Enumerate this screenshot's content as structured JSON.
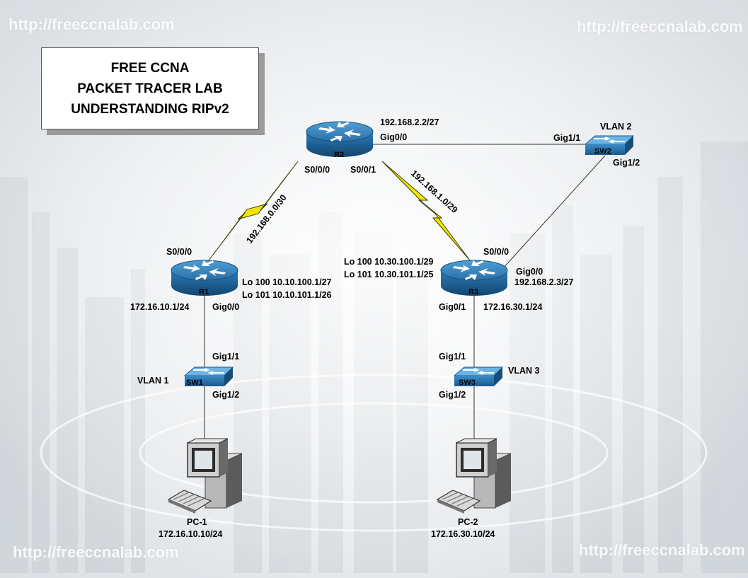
{
  "watermark": "http://freeccnalab.com",
  "title": [
    "FREE CCNA",
    "PACKET TRACER LAB",
    "UNDERSTANDING RIPv2"
  ],
  "routers": {
    "r1": {
      "name": "R1"
    },
    "r2": {
      "name": "R2"
    },
    "r3": {
      "name": "R3"
    }
  },
  "switches": {
    "sw1": {
      "name": "SW1",
      "vlan": "VLAN 1"
    },
    "sw2": {
      "name": "SW2",
      "vlan": "VLAN 2"
    },
    "sw3": {
      "name": "SW3",
      "vlan": "VLAN 3"
    }
  },
  "pcs": {
    "pc1": {
      "name": "PC-1",
      "ip": "172.16.10.10/24"
    },
    "pc2": {
      "name": "PC-2",
      "ip": "172.16.30.10/24"
    }
  },
  "labels": {
    "r2_gig_ip": "192.168.2.2/27",
    "r2_gig": "Gig0/0",
    "r2_s000": "S0/0/0",
    "r2_s001": "S0/0/1",
    "net_r1r2": "192.168.0.0/30",
    "net_r2r3": "192.168.1.0/29",
    "r1_s000": "S0/0/0",
    "r1_lo100": "Lo 100 10.10.100.1/27",
    "r1_lo101": "Lo 101 10.10.101.1/26",
    "r1_lan_ip": "172.16.10.1/24",
    "r1_gig": "Gig0/0",
    "sw1_up": "Gig1/1",
    "sw1_down": "Gig1/2",
    "sw2_left": "Gig1/1",
    "sw2_right": "Gig1/2",
    "r3_lo100": "Lo 100 10.30.100.1/29",
    "r3_lo101": "Lo 101 10.30.101.1/25",
    "r3_s000": "S0/0/0",
    "r3_gig00": "Gig0/0",
    "r3_gig00_ip": "192.168.2.3/27",
    "r3_gig01": "Gig0/1",
    "r3_lan_ip": "172.16.30.1/24",
    "sw3_up": "Gig1/1",
    "sw3_down": "Gig1/2"
  }
}
